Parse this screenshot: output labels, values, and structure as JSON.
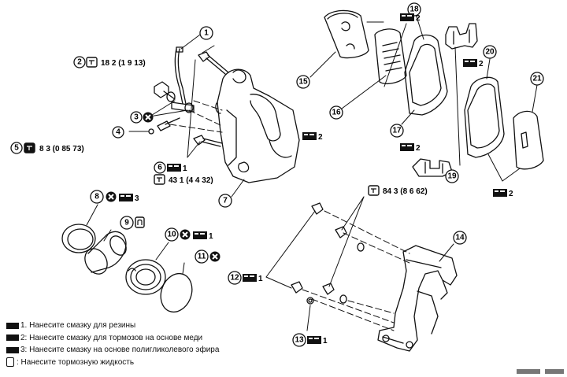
{
  "callouts": [
    "1",
    "2",
    "3",
    "4",
    "5",
    "6",
    "7",
    "8",
    "9",
    "10",
    "11",
    "12",
    "13",
    "14",
    "15",
    "16",
    "17",
    "18",
    "19",
    "20",
    "21"
  ],
  "badges": {
    "b1": "1",
    "b2": "2",
    "b3": "3"
  },
  "torque": {
    "t2": "18 2 (1 9  13)",
    "t5": "8 3 (0 85  73)",
    "t6": "43 1 (4 4  32)",
    "t14": "84 3 (8 6  62)"
  },
  "legend": {
    "l1": "1. Нанесите смазку для резины",
    "l2": "2: Нанесите смазку для тормозов на основе меди",
    "l3": "3: Нанесите смазку на основе полигликолевого эфира",
    "l4": ": Нанесите тормозную жидкость"
  },
  "icons": [
    "wrench-torque-icon",
    "no-reuse-icon",
    "grease-badge-icon",
    "brake-fluid-icon"
  ]
}
